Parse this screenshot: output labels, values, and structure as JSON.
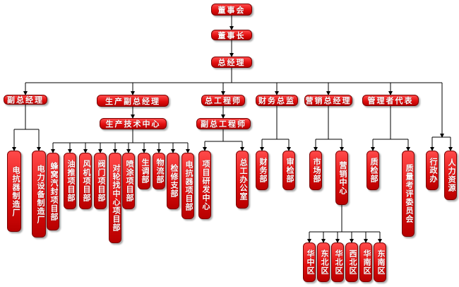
{
  "nodes": {
    "board": "董事会",
    "chairman": "董事长",
    "gm": "总经理",
    "deputy_gm": "副总经理",
    "prod_deputy_gm": "生产副总经理",
    "chief_engineer": "总工程师",
    "finance_director": "财务总监",
    "marketing_gm": "营销总经理",
    "management_rep": "管理者代表",
    "tech_center": "生产技术中心",
    "deputy_chief_engineer": "副总工程师",
    "electrical_equipment_factory": "电抗器制造厂",
    "power_equipment_factory": "电力设备制造厂",
    "honeycomb_project": "蜂窝汽封项目部",
    "oil_pump_project": "油推项目部",
    "fan_project": "风机项目部",
    "valve_project": "阀门项目部",
    "pairing_center_project": "对轮找中心项目部",
    "coating_project": "喷涂项目部",
    "production_dept": "生调部",
    "logistics_dept": "物流部",
    "maintenance_support": "检修支部",
    "reactor_project": "电抗器项目部",
    "rd_center": "项目研发中心",
    "chief_engineer_office": "总工办公室",
    "finance_dept": "财务部",
    "audit_dept": "审检部",
    "market_dept": "市场部",
    "sales_center": "营销中心",
    "quality_dept": "质检部",
    "quality_committee": "质量考评委员会",
    "admin_office": "行政办",
    "hr": "人力资源",
    "north_china": "华中区",
    "northeast": "东北区",
    "north": "华北区",
    "northwest": "西北区",
    "south_china": "华南区",
    "southeast": "东南区"
  },
  "colors": {
    "box": "#e20f0f",
    "line": "#000000"
  }
}
